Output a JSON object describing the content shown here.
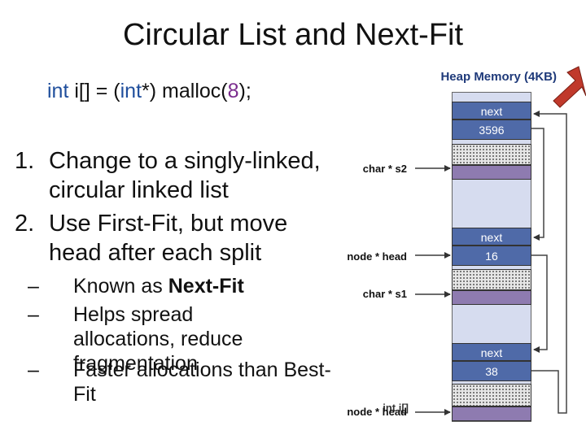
{
  "slide": {
    "title": "Circular List and Next-Fit",
    "code": {
      "kw1": "int",
      "p1": " i[] = (",
      "kw2": "int",
      "p2": "*) malloc(",
      "num": "8",
      "p3": ");"
    },
    "numbered": [
      {
        "n": "1.",
        "text": "Change to a singly-linked, circular linked list"
      },
      {
        "n": "2.",
        "text": "Use First-Fit, but move head after each split"
      }
    ],
    "bullets": [
      {
        "dash": "–",
        "pre": "Known as ",
        "bold": "Next-Fit"
      },
      {
        "dash": "–",
        "text": "Helps spread allocations, reduce fragmentation"
      },
      {
        "dash": "–",
        "text": "Faster allocations than Best-Fit"
      }
    ]
  },
  "heap": {
    "title": "Heap Memory (4KB)",
    "blocks": [
      {
        "next_label": "next",
        "next_value": "3596"
      },
      {
        "next_label": "next",
        "next_value": "16"
      },
      {
        "next_label": "next",
        "next_value": "38"
      }
    ],
    "pointers": {
      "s2": "char * s2",
      "head_mid": "node * head",
      "s1": "char * s1",
      "head_bottom": "node * head",
      "i_overlap": "int i[]"
    }
  },
  "colors": {
    "header_blue": "#4f6aa8",
    "payload_purple": "#8e7bb0",
    "free_lavender": "#d6dcef",
    "title_blue": "#1f3a7a",
    "arrow_red": "#c0392b"
  }
}
